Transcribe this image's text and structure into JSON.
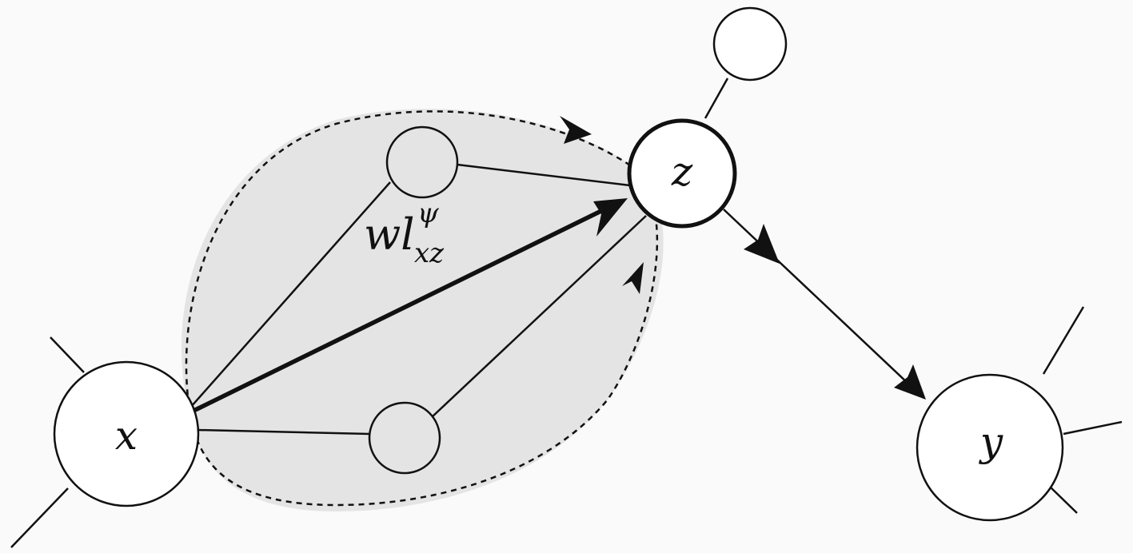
{
  "nodes": {
    "x": {
      "label": "x"
    },
    "z": {
      "label": "z"
    },
    "y": {
      "label": "y"
    }
  },
  "edge_label": {
    "base": "wl",
    "superscript": "ψ",
    "subscript": "xz"
  },
  "colors": {
    "background": "#fafafa",
    "region_fill": "#e4e4e4",
    "stroke": "#111111",
    "node_fill": "#ffffff"
  }
}
